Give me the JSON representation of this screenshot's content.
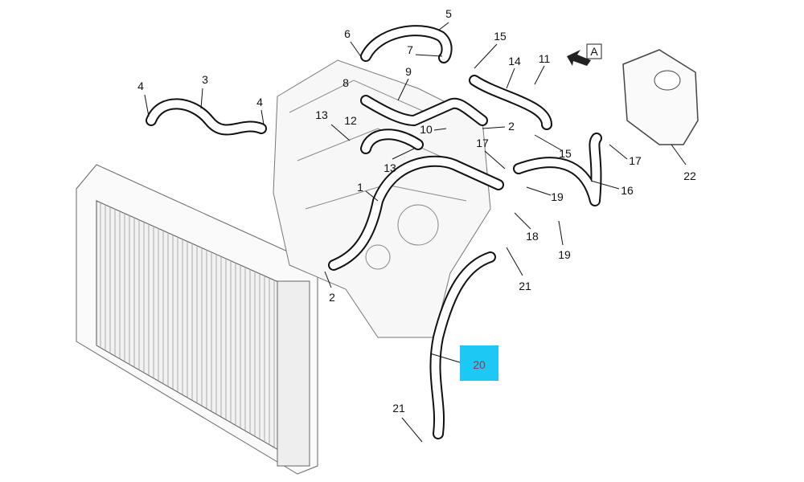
{
  "diagram": {
    "highlight_color": "#1ec8f5",
    "highlight_text_color": "#8a3a4a",
    "view_marker": "A",
    "callouts": [
      {
        "id": "c5",
        "text": "5"
      },
      {
        "id": "c6",
        "text": "6"
      },
      {
        "id": "c7",
        "text": "7"
      },
      {
        "id": "c15a",
        "text": "15"
      },
      {
        "id": "c14",
        "text": "14"
      },
      {
        "id": "c11",
        "text": "11"
      },
      {
        "id": "c9",
        "text": "9"
      },
      {
        "id": "c8",
        "text": "8"
      },
      {
        "id": "c3",
        "text": "3"
      },
      {
        "id": "c4a",
        "text": "4"
      },
      {
        "id": "c4b",
        "text": "4"
      },
      {
        "id": "c13a",
        "text": "13"
      },
      {
        "id": "c12",
        "text": "12"
      },
      {
        "id": "c10",
        "text": "10"
      },
      {
        "id": "c2a",
        "text": "2"
      },
      {
        "id": "c17a",
        "text": "17"
      },
      {
        "id": "c15b",
        "text": "15"
      },
      {
        "id": "c17b",
        "text": "17"
      },
      {
        "id": "c22",
        "text": "22"
      },
      {
        "id": "c13b",
        "text": "13"
      },
      {
        "id": "c1",
        "text": "1"
      },
      {
        "id": "c16",
        "text": "16"
      },
      {
        "id": "c19a",
        "text": "19"
      },
      {
        "id": "c18",
        "text": "18"
      },
      {
        "id": "c19b",
        "text": "19"
      },
      {
        "id": "c21a",
        "text": "21"
      },
      {
        "id": "c2b",
        "text": "2"
      },
      {
        "id": "c21b",
        "text": "21"
      }
    ],
    "highlighted_callout": "20"
  }
}
